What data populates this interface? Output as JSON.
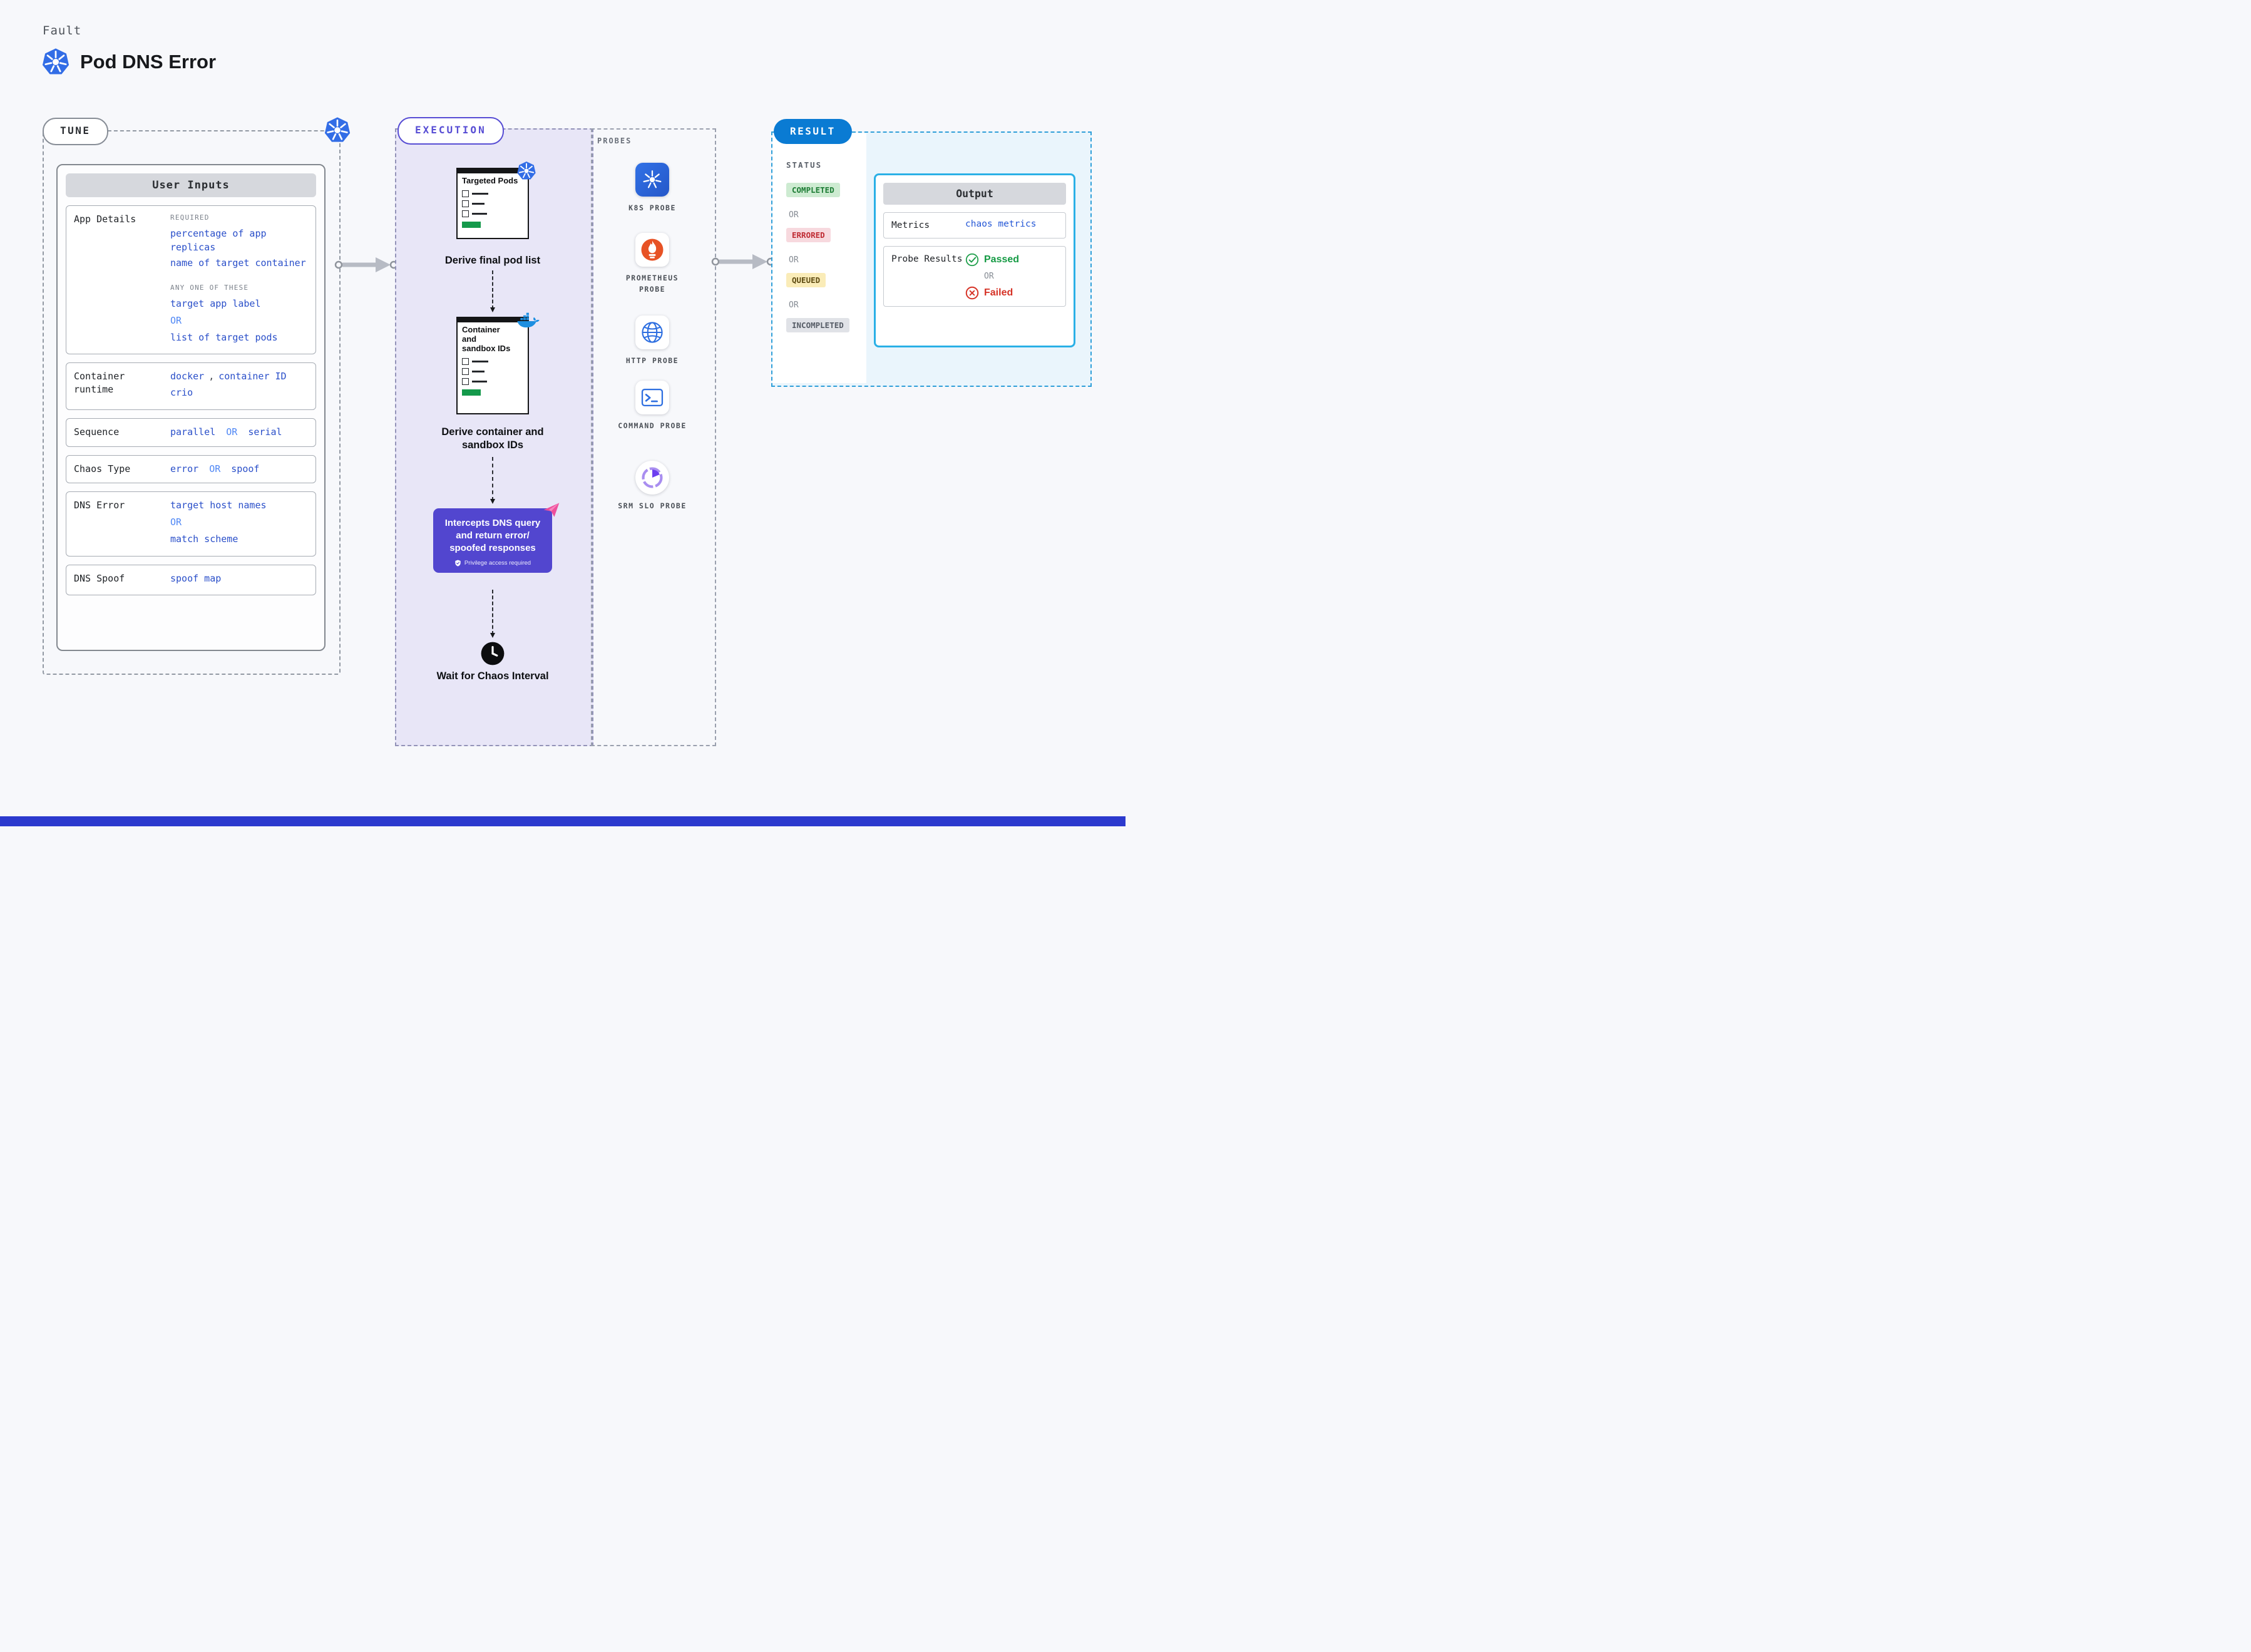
{
  "colors": {
    "accent_blue": "#2a4fc9",
    "or_blue": "#4f87f5",
    "purple": "#5246cf",
    "result_blue": "#0a7bd3",
    "green": "#149a43",
    "red": "#d63327",
    "cyan_border": "#2ab0e6",
    "lavender_bg": "#e8e6f7"
  },
  "icons": {
    "kubernetes": "k8s-wheel",
    "prometheus": "flame",
    "http": "globe",
    "command": "terminal",
    "srm_slo": "pie-chart",
    "docker": "whale",
    "clock": "clock",
    "privilege": "shield",
    "passed": "check-circle",
    "failed": "x-circle",
    "spoof": "pink-send"
  },
  "header": {
    "eyebrow": "Fault",
    "title": "Pod DNS Error"
  },
  "tune": {
    "pill": "TUNE",
    "panel_title": "User Inputs",
    "app_details": {
      "label": "App Details",
      "required_caption": "REQUIRED",
      "required_value_1": "percentage of app replicas",
      "required_value_2": "name of target container",
      "anyone_caption": "ANY ONE OF THESE",
      "value_1": "target app label",
      "or": "OR",
      "value_2": "list of target pods"
    },
    "container_runtime": {
      "label": "Container runtime",
      "value_1": "docker",
      "separator": ",",
      "value_2": "container ID",
      "value_3": "crio"
    },
    "sequence": {
      "label": "Sequence",
      "value_1": "parallel",
      "or": "OR",
      "value_2": "serial"
    },
    "chaos_type": {
      "label": "Chaos Type",
      "value_1": "error",
      "or": "OR",
      "value_2": "spoof"
    },
    "dns_error": {
      "label": "DNS Error",
      "value_1": "target host names",
      "or": "OR",
      "value_2": "match scheme"
    },
    "dns_spoof": {
      "label": "DNS Spoof",
      "value_1": "spoof map"
    }
  },
  "execution": {
    "pill": "EXECUTION",
    "doc_1_title": "Targeted Pods",
    "step_1_label": "Derive final pod list",
    "doc_2_title": "Container and sandbox IDs",
    "step_2_label": "Derive container and sandbox IDs",
    "intercept_text": "Intercepts DNS query and return error/ spoofed responses",
    "privilege_note": "Privilege access required",
    "wait_label": "Wait for Chaos Interval"
  },
  "probes": {
    "caption": "PROBES",
    "items": [
      {
        "label": "K8S PROBE"
      },
      {
        "label": "PROMETHEUS PROBE"
      },
      {
        "label": "HTTP PROBE"
      },
      {
        "label": "COMMAND PROBE"
      },
      {
        "label": "SRM SLO PROBE"
      }
    ]
  },
  "result": {
    "pill": "RESULT",
    "status_caption": "STATUS",
    "status_completed": "COMPLETED",
    "or_1": "OR",
    "status_errored": "ERRORED",
    "or_2": "OR",
    "status_queued": "QUEUED",
    "or_3": "OR",
    "status_incompleted": "INCOMPLETED",
    "output": {
      "title": "Output",
      "metrics_label": "Metrics",
      "metrics_value": "chaos metrics",
      "probe_results_label": "Probe Results",
      "passed": "Passed",
      "or": "OR",
      "failed": "Failed"
    }
  }
}
